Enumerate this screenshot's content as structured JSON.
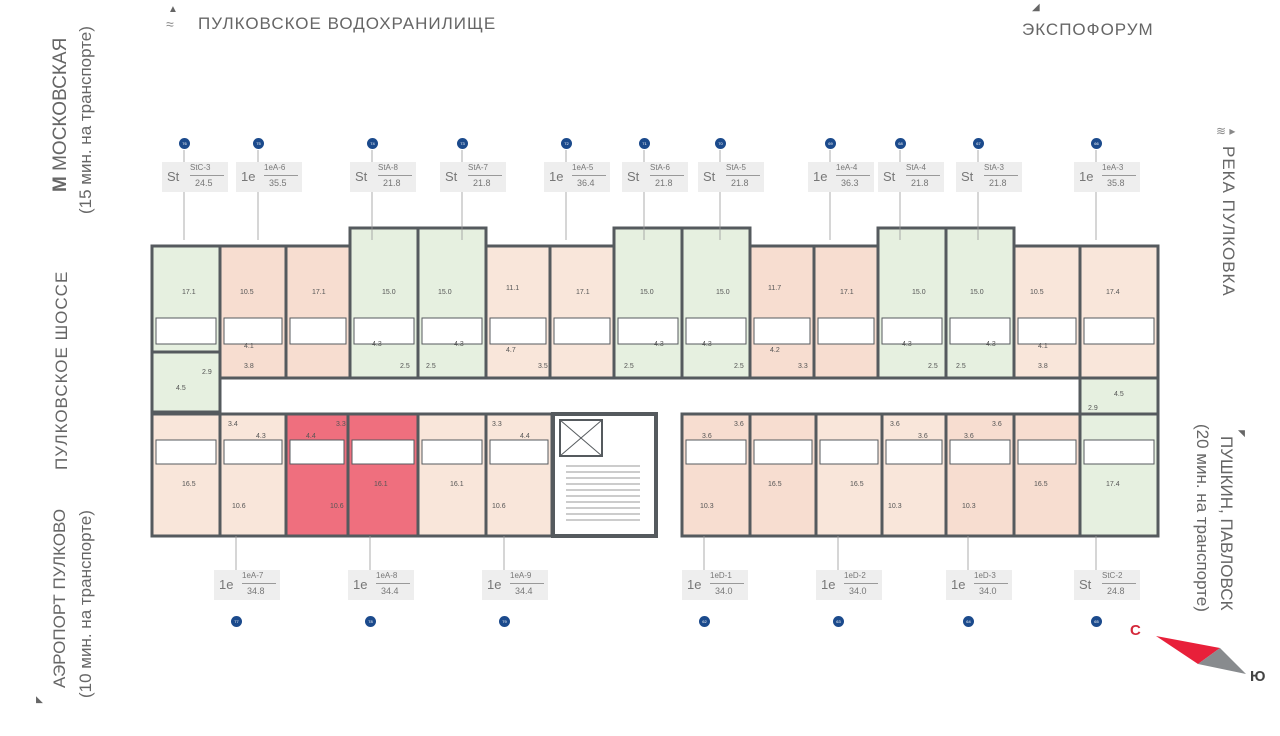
{
  "landmarks": {
    "north": "ПУЛКОВСКОЕ ВОДОХРАНИЛИЩЕ",
    "northeast": "ЭКСПОФОРУМ",
    "left_top_line1": "МОСКОВСКАЯ",
    "left_top_line2": "(15 мин. на транспорте)",
    "left_top_metro": "М",
    "left_mid": "ПУЛКОВСКОЕ ШОССЕ",
    "left_bottom_line1": "АЭРОПОРТ ПУЛКОВО",
    "left_bottom_line2": "(10 мин. на транспорте)",
    "right_top": "РЕКА ПУЛКОВКА",
    "right_bottom_line1": "ПУШКИН, ПАВЛОВСК",
    "right_bottom_line2": "(20 мин. на транспорте)"
  },
  "compass": {
    "south": "С",
    "north": "Ю"
  },
  "colors": {
    "studio": "#e6f0e0",
    "one_room": "#f7ddd0",
    "one_room_warm": "#f9e6da",
    "selected": "#ef6f7e",
    "wall": "#555a5e",
    "dot": "#1b4a8c"
  },
  "top_units": [
    {
      "num": "76",
      "prefix": "St",
      "code": "StC-3",
      "area": "24.5"
    },
    {
      "num": "75",
      "prefix": "1e",
      "code": "1eA-6",
      "area": "35.5"
    },
    {
      "num": "74",
      "prefix": "St",
      "code": "StA-8",
      "area": "21.8"
    },
    {
      "num": "73",
      "prefix": "St",
      "code": "StA-7",
      "area": "21.8"
    },
    {
      "num": "72",
      "prefix": "1e",
      "code": "1eA-5",
      "area": "36.4"
    },
    {
      "num": "71",
      "prefix": "St",
      "code": "StA-6",
      "area": "21.8"
    },
    {
      "num": "70",
      "prefix": "St",
      "code": "StA-5",
      "area": "21.8"
    },
    {
      "num": "69",
      "prefix": "1e",
      "code": "1eA-4",
      "area": "36.3"
    },
    {
      "num": "68",
      "prefix": "St",
      "code": "StA-4",
      "area": "21.8"
    },
    {
      "num": "67",
      "prefix": "St",
      "code": "StA-3",
      "area": "21.8"
    },
    {
      "num": "66",
      "prefix": "1e",
      "code": "1eA-3",
      "area": "35.8"
    }
  ],
  "bottom_units": [
    {
      "num": "77",
      "prefix": "1e",
      "code": "1eA-7",
      "area": "34.8"
    },
    {
      "num": "78",
      "prefix": "1e",
      "code": "1eA-8",
      "area": "34.4"
    },
    {
      "num": "79",
      "prefix": "1e",
      "code": "1eA-9",
      "area": "34.4"
    },
    {
      "num": "62",
      "prefix": "1e",
      "code": "1eD-1",
      "area": "34.0"
    },
    {
      "num": "63",
      "prefix": "1e",
      "code": "1eD-2",
      "area": "34.0"
    },
    {
      "num": "64",
      "prefix": "1e",
      "code": "1eD-3",
      "area": "34.0"
    },
    {
      "num": "65",
      "prefix": "St",
      "code": "StC-2",
      "area": "24.8"
    }
  ],
  "room_areas_top": [
    "17.1",
    "2.9",
    "4.5",
    "10.5",
    "4.1",
    "3.8",
    "17.1",
    "15.0",
    "4.3",
    "2.5",
    "15.0",
    "4.3",
    "2.5",
    "11.1",
    "4.7",
    "3.5",
    "17.1",
    "15.0",
    "4.3",
    "2.5",
    "15.0",
    "4.3",
    "2.5",
    "11.7",
    "4.2",
    "3.3",
    "17.1",
    "15.0",
    "4.3",
    "2.5",
    "15.0",
    "4.3",
    "2.5",
    "10.5",
    "4.1",
    "3.8",
    "17.4",
    "2.9",
    "4.5"
  ],
  "room_areas_bottom": [
    "16.5",
    "3.4",
    "4.3",
    "10.6",
    "4.4",
    "3.3",
    "10.6",
    "16.1",
    "16.1",
    "3.3",
    "4.4",
    "10.6",
    "3.6",
    "3.6",
    "10.3",
    "16.5",
    "16.5",
    "3.6",
    "3.6",
    "10.3",
    "3.6",
    "3.6",
    "10.3",
    "16.5",
    "17.4"
  ]
}
